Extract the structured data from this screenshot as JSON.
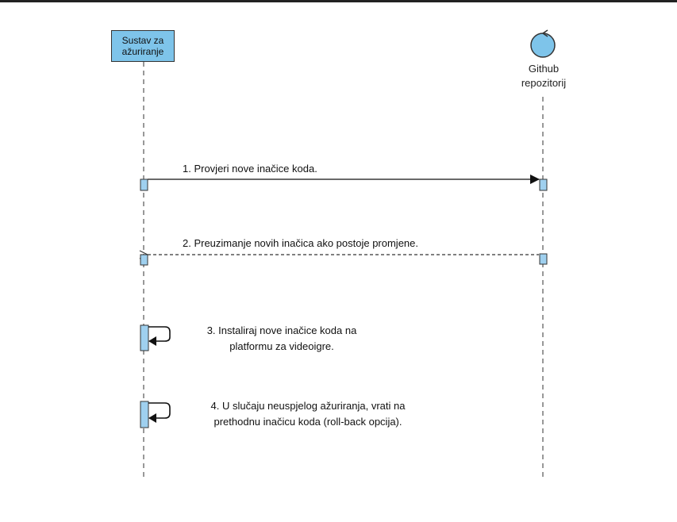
{
  "participants": {
    "system": {
      "label": "Sustav za ažuriranje"
    },
    "github": {
      "label_line1": "Github",
      "label_line2": "repozitorij"
    }
  },
  "messages": [
    {
      "text": "1. Provjeri nove inačice koda."
    },
    {
      "text": "2. Preuzimanje novih inačica ako postoje promjene."
    },
    {
      "text_line1": "3. Instaliraj nove inačice koda na",
      "text_line2": "platformu za videoigre."
    },
    {
      "text_line1": "4. U slučaju neuspjelog ažuriranja, vrati na",
      "text_line2": "prethodnu inačicu koda (roll-back opcija)."
    }
  ],
  "colors": {
    "participant_fill": "#7ec4ea",
    "activation_fill": "#9fd0ef",
    "line": "#333333"
  }
}
